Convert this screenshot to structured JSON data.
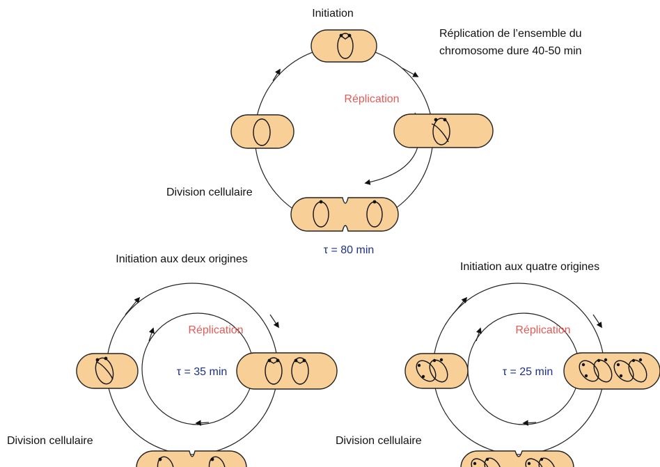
{
  "top_cycle": {
    "initiation_label": "Initiation",
    "replication_note_line1": "Réplication de l’ensemble du",
    "replication_note_line2": "chromosome dure 40-50 min",
    "replication_label": "Réplication",
    "division_label": "Division cellulaire",
    "tau_label": "τ = 80 min"
  },
  "left_cycle": {
    "initiation_label": "Initiation aux deux origines",
    "replication_label": "Réplication",
    "tau_label": "τ = 35 min",
    "division_label": "Division cellulaire"
  },
  "right_cycle": {
    "initiation_label": "Initiation aux quatre origines",
    "replication_label": "Réplication",
    "tau_label": "τ = 25 min",
    "division_label": "Division cellulaire"
  },
  "colors": {
    "cell_fill": "#f7cf97",
    "replication_text": "#e65a56",
    "tau_text": "#1d2f8a"
  }
}
